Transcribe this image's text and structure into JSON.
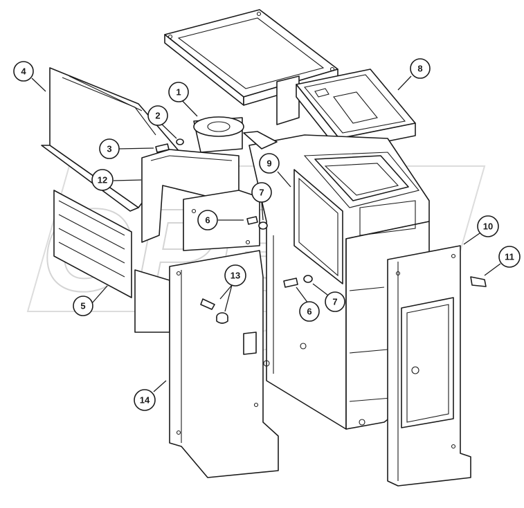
{
  "diagram": {
    "watermark": {
      "text": "OPEX",
      "gear_icon": "gear-icon"
    },
    "callouts": [
      {
        "id": "c1",
        "label": "1"
      },
      {
        "id": "c2",
        "label": "2"
      },
      {
        "id": "c3",
        "label": "3"
      },
      {
        "id": "c4",
        "label": "4"
      },
      {
        "id": "c5",
        "label": "5"
      },
      {
        "id": "c6a",
        "label": "6"
      },
      {
        "id": "c6b",
        "label": "6"
      },
      {
        "id": "c7a",
        "label": "7"
      },
      {
        "id": "c7b",
        "label": "7"
      },
      {
        "id": "c8",
        "label": "8"
      },
      {
        "id": "c9",
        "label": "9"
      },
      {
        "id": "c10",
        "label": "10"
      },
      {
        "id": "c11",
        "label": "11"
      },
      {
        "id": "c12",
        "label": "12"
      },
      {
        "id": "c13",
        "label": "13"
      },
      {
        "id": "c14",
        "label": "14"
      }
    ],
    "colors": {
      "line": "#1a1a1a",
      "watermark": "#d4d4d4",
      "background": "#ffffff"
    }
  }
}
